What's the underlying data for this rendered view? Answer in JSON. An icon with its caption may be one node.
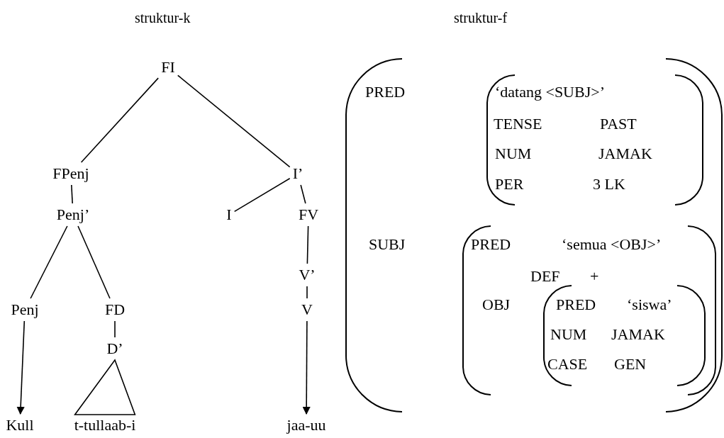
{
  "diagram": {
    "nodes": [
      {
        "text": [
          "FI"
        ]
      },
      {
        "text": [
          "FPenj"
        ]
      },
      {
        "text": [
          "I’"
        ]
      },
      {
        "text": [
          "Penj’"
        ]
      },
      {
        "text": [
          "I"
        ]
      },
      {
        "text": [
          "FV"
        ]
      },
      {
        "text": [
          "Penj"
        ]
      },
      {
        "text": [
          "FD"
        ]
      },
      {
        "text": [
          "V’"
        ]
      },
      {
        "text": [
          "D’"
        ]
      },
      {
        "text": [
          "V"
        ]
      },
      {
        "text": [
          "Kull"
        ]
      },
      {
        "text": [
          "t-tullaab-i"
        ]
      },
      {
        "text": [
          "jaa-uu"
        ]
      },
      {
        "text": [
          "PRED",
          "SUBJ"
        ]
      },
      {
        "text": [
          "‘datang <SUBJ>’",
          "TENSE",
          "PAST",
          "NUM",
          "JAMAK",
          "PER",
          "3 LK"
        ],
        "in": 14
      },
      {
        "text": [
          "PRED",
          "‘semua <OBJ>’",
          "DEF",
          "+",
          "OBJ"
        ],
        "in": 14
      },
      {
        "text": [
          "PRED",
          "‘siswa’",
          "NUM",
          "JAMAK",
          "CASE",
          "GEN"
        ],
        "in": 16
      }
    ],
    "edges": [
      {
        "from": 0,
        "to": 1,
        "arrow": "none"
      },
      {
        "from": 0,
        "to": 2,
        "arrow": "none"
      },
      {
        "from": 1,
        "to": 3,
        "arrow": "none"
      },
      {
        "from": 3,
        "to": 6,
        "arrow": "none"
      },
      {
        "from": 3,
        "to": 7,
        "arrow": "none"
      },
      {
        "from": 2,
        "to": 4,
        "arrow": "none"
      },
      {
        "from": 2,
        "to": 5,
        "arrow": "none"
      },
      {
        "from": 5,
        "to": 8,
        "arrow": "none"
      },
      {
        "from": 8,
        "to": 10,
        "arrow": "none"
      },
      {
        "from": 7,
        "to": 9,
        "arrow": "none"
      },
      {
        "from": 9,
        "to": 12,
        "arrow": "none"
      },
      {
        "from": 6,
        "to": 11,
        "arrow": "to"
      },
      {
        "from": 10,
        "to": 13,
        "arrow": "to"
      }
    ],
    "labels": [
      "struktur-k",
      "struktur-f"
    ]
  }
}
